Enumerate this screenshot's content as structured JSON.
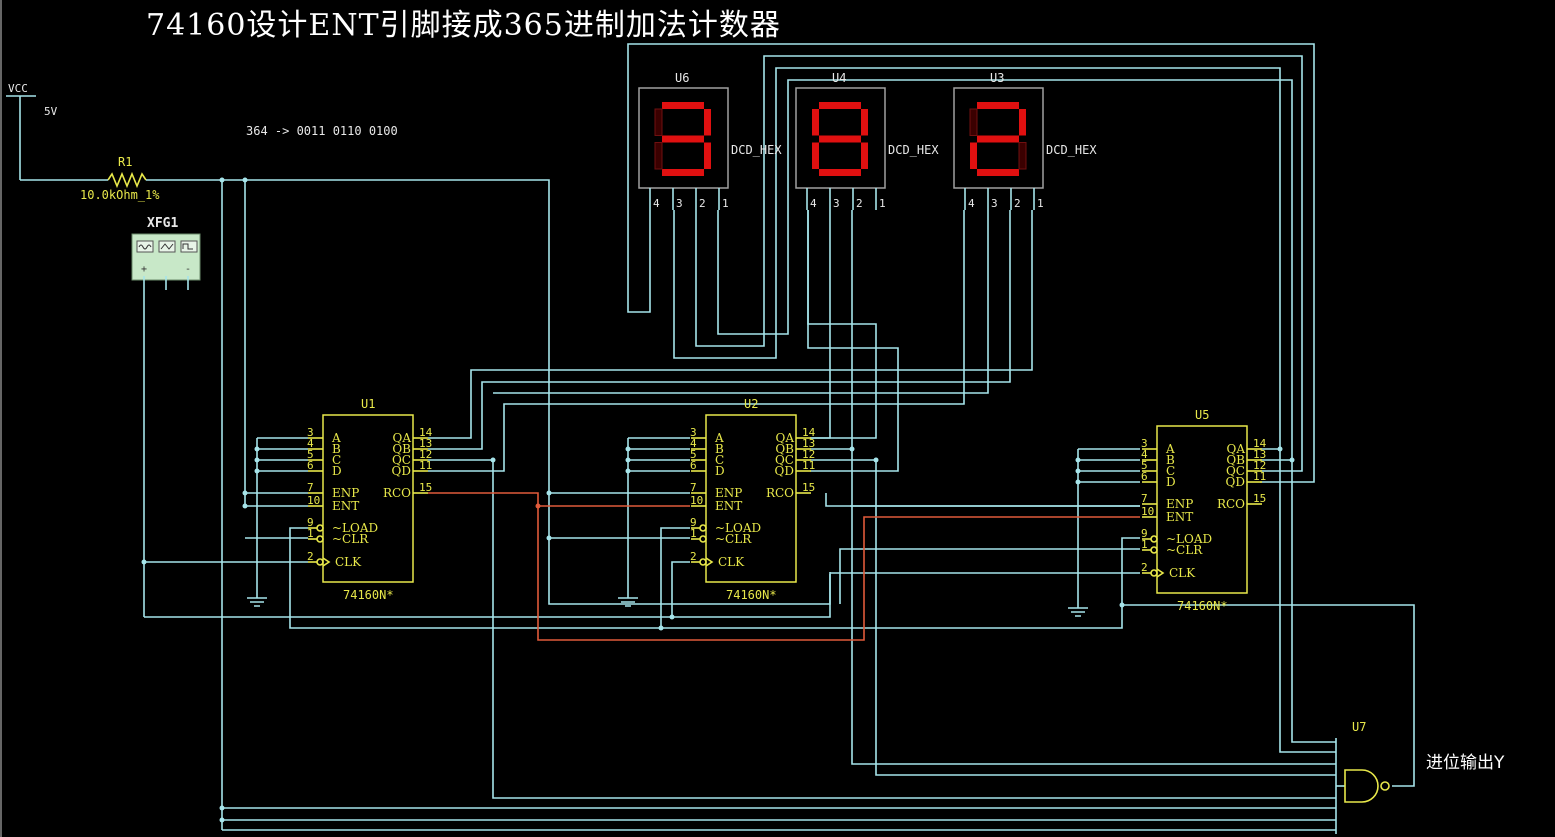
{
  "title": "74160设计ENT引脚接成365进制加法计数器",
  "annotation": "364 -> 0011 0110 0100",
  "vcc": {
    "label": "VCC",
    "voltage": "5V"
  },
  "resistor": {
    "ref": "R1",
    "value": "10.0kOhm_1%"
  },
  "generator": {
    "ref": "XFG1",
    "pins": [
      "+",
      "",
      "-"
    ]
  },
  "displays": [
    {
      "ref": "U6",
      "type": "DCD_HEX",
      "pins": [
        "4",
        "3",
        "2",
        "1"
      ],
      "digit": 3
    },
    {
      "ref": "U4",
      "type": "DCD_HEX",
      "pins": [
        "4",
        "3",
        "2",
        "1"
      ],
      "digit": 8
    },
    {
      "ref": "U3",
      "type": "DCD_HEX",
      "pins": [
        "4",
        "3",
        "2",
        "1"
      ],
      "digit": 2
    }
  ],
  "counters": [
    {
      "ref": "U1",
      "part": "74160N*"
    },
    {
      "ref": "U2",
      "part": "74160N*"
    },
    {
      "ref": "U5",
      "part": "74160N*"
    }
  ],
  "counter_pins": {
    "left": [
      {
        "num": "3",
        "name": "A"
      },
      {
        "num": "4",
        "name": "B"
      },
      {
        "num": "5",
        "name": "C"
      },
      {
        "num": "6",
        "name": "D"
      },
      {
        "num": "7",
        "name": "ENP"
      },
      {
        "num": "10",
        "name": "ENT"
      },
      {
        "num": "9",
        "name": "~LOAD"
      },
      {
        "num": "1",
        "name": "~CLR"
      },
      {
        "num": "2",
        "name": "CLK"
      }
    ],
    "right": [
      {
        "num": "14",
        "name": "QA"
      },
      {
        "num": "13",
        "name": "QB"
      },
      {
        "num": "12",
        "name": "QC"
      },
      {
        "num": "11",
        "name": "QD"
      },
      {
        "num": "15",
        "name": "RCO"
      }
    ]
  },
  "gate": {
    "ref": "U7",
    "output_label": "进位输出Y"
  },
  "colors": {
    "wire": "#a6e4ea",
    "component": "#e8e84a",
    "carry_wire": "#e05a3a",
    "segment": "#e01010",
    "background": "#000000"
  }
}
